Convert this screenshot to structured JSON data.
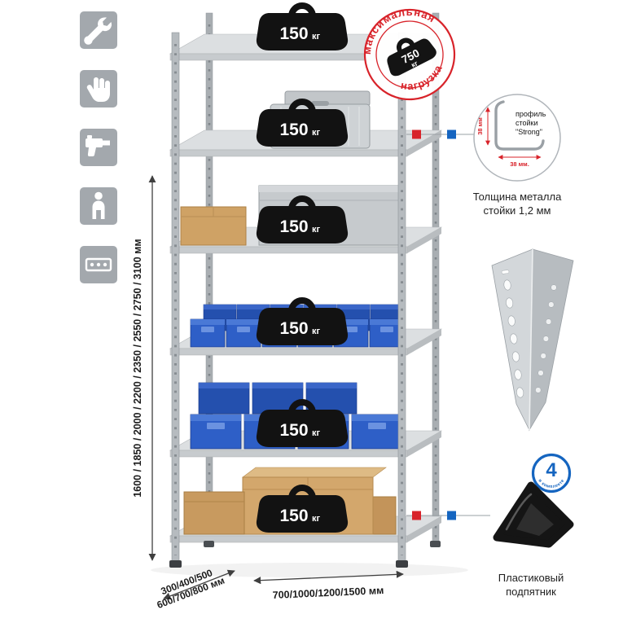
{
  "colors": {
    "accent_red": "#d8232a",
    "accent_blue": "#1565c0",
    "bin_blue": "#2e5fc7",
    "metal_gray": "#b6bbbf"
  },
  "icons": [
    "wrench",
    "gloves",
    "drill",
    "person",
    "perforated-strip"
  ],
  "loads": [
    {
      "value": "150",
      "unit": "кг"
    },
    {
      "value": "150",
      "unit": "кг"
    },
    {
      "value": "150",
      "unit": "кг"
    },
    {
      "value": "150",
      "unit": "кг"
    },
    {
      "value": "150",
      "unit": "кг"
    },
    {
      "value": "150",
      "unit": "кг"
    }
  ],
  "stamp": {
    "arc_top": "максимальная",
    "arc_bottom": "нагрузка",
    "value": "750",
    "unit": "кг"
  },
  "profile": {
    "line1": "профиль",
    "line2": "стойки",
    "line3": "\"Strong\"",
    "dim_vertical": "38 мм",
    "dim_horizontal": "38 мм.",
    "caption_line1": "Толщина металла",
    "caption_line2": "стойки 1,2 мм"
  },
  "foot": {
    "count": "4",
    "count_caption": "в комплекте",
    "caption_line1": "Пластиковый",
    "caption_line2": "подпятник"
  },
  "dimensions": {
    "height": "1600 / 1850 / 2000 / 2200 / 2350 / 2550 / 2750 / 3100 мм",
    "width": "700/1000/1200/1500 мм",
    "depth_line1": "300/400/500",
    "depth_line2": "600/700/800 мм"
  }
}
